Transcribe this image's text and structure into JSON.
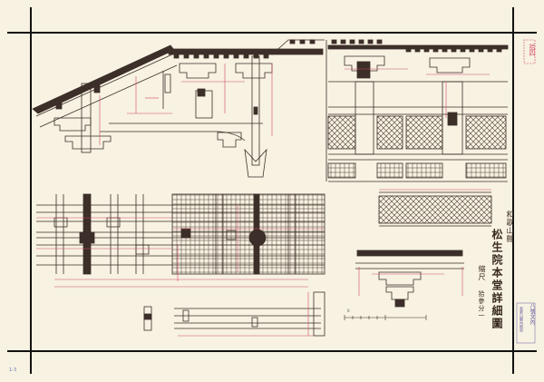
{
  "sheet": {
    "background": "#f7f2e2",
    "line_color": "#3c2e28",
    "dim_color": "#d0486a",
    "border_color": "#111111"
  },
  "title_block": {
    "province": "和歌山縣",
    "main_title": "松生院本堂詳細圖",
    "subtitle": "縮尺",
    "sheet_no": "拾參分一"
  },
  "annotations": {
    "stamp": "拾四",
    "institution": "八號文內",
    "institution_small": "和歌山縣內務部",
    "corner_code": "1-3",
    "scale_label": "0"
  }
}
